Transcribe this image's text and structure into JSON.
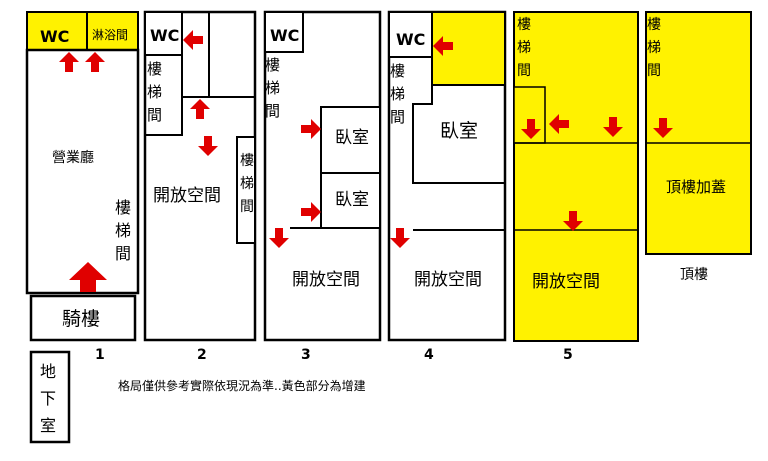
{
  "colors": {
    "addition": "#FFF200",
    "arrow": "#E00000",
    "line": "#000000"
  },
  "floors": {
    "f1": {
      "number": "1",
      "wc": "WC",
      "bath": "淋浴間",
      "hall": "營業廳",
      "stairs": "樓\n梯\n間",
      "arcade": "騎樓"
    },
    "f2": {
      "number": "2",
      "wc": "WC",
      "stairs_left": "樓\n梯\n間",
      "stairs_right": "樓\n梯\n間",
      "open": "開放空間"
    },
    "f3": {
      "number": "3",
      "wc": "WC",
      "stairs": "樓\n梯\n間",
      "bedroom1": "臥室",
      "bedroom2": "臥室",
      "open": "開放空間"
    },
    "f4": {
      "number": "4",
      "wc": "WC",
      "stairs": "樓\n梯\n間",
      "bedroom": "臥室",
      "open": "開放空間"
    },
    "f5": {
      "number": "5",
      "stairs": "樓\n梯\n間",
      "open": "開放空間"
    },
    "roof": {
      "stairs": "樓\n梯\n間",
      "addition": "頂樓加蓋",
      "caption": "頂樓"
    }
  },
  "basement": "地\n下\n室",
  "note": "格局僅供參考實際依現況為準..黃色部分為增建"
}
